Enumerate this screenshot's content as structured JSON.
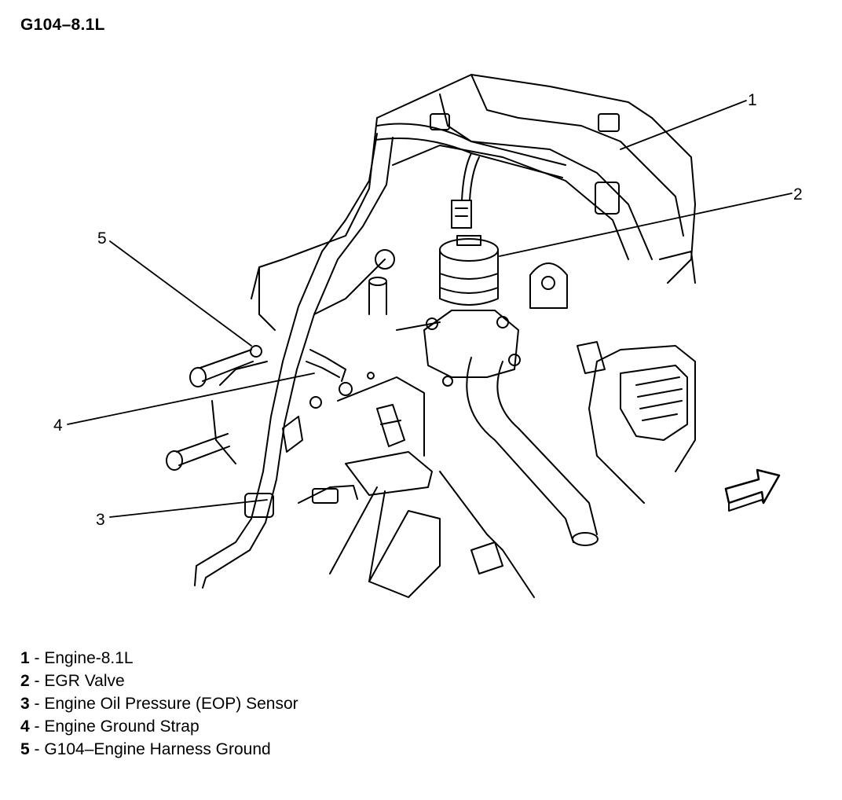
{
  "title": "G104–8.1L",
  "callouts": [
    "1",
    "2",
    "3",
    "4",
    "5"
  ],
  "legend": [
    {
      "num": "1",
      "sep": " - ",
      "text": "Engine-8.1L"
    },
    {
      "num": "2",
      "sep": " - ",
      "text": "EGR Valve"
    },
    {
      "num": "3",
      "sep": " - ",
      "text": "Engine Oil Pressure (EOP) Sensor"
    },
    {
      "num": "4",
      "sep": " - ",
      "text": "Engine Ground Strap"
    },
    {
      "num": "5",
      "sep": " - ",
      "text": "G104–Engine Harness Ground"
    }
  ]
}
